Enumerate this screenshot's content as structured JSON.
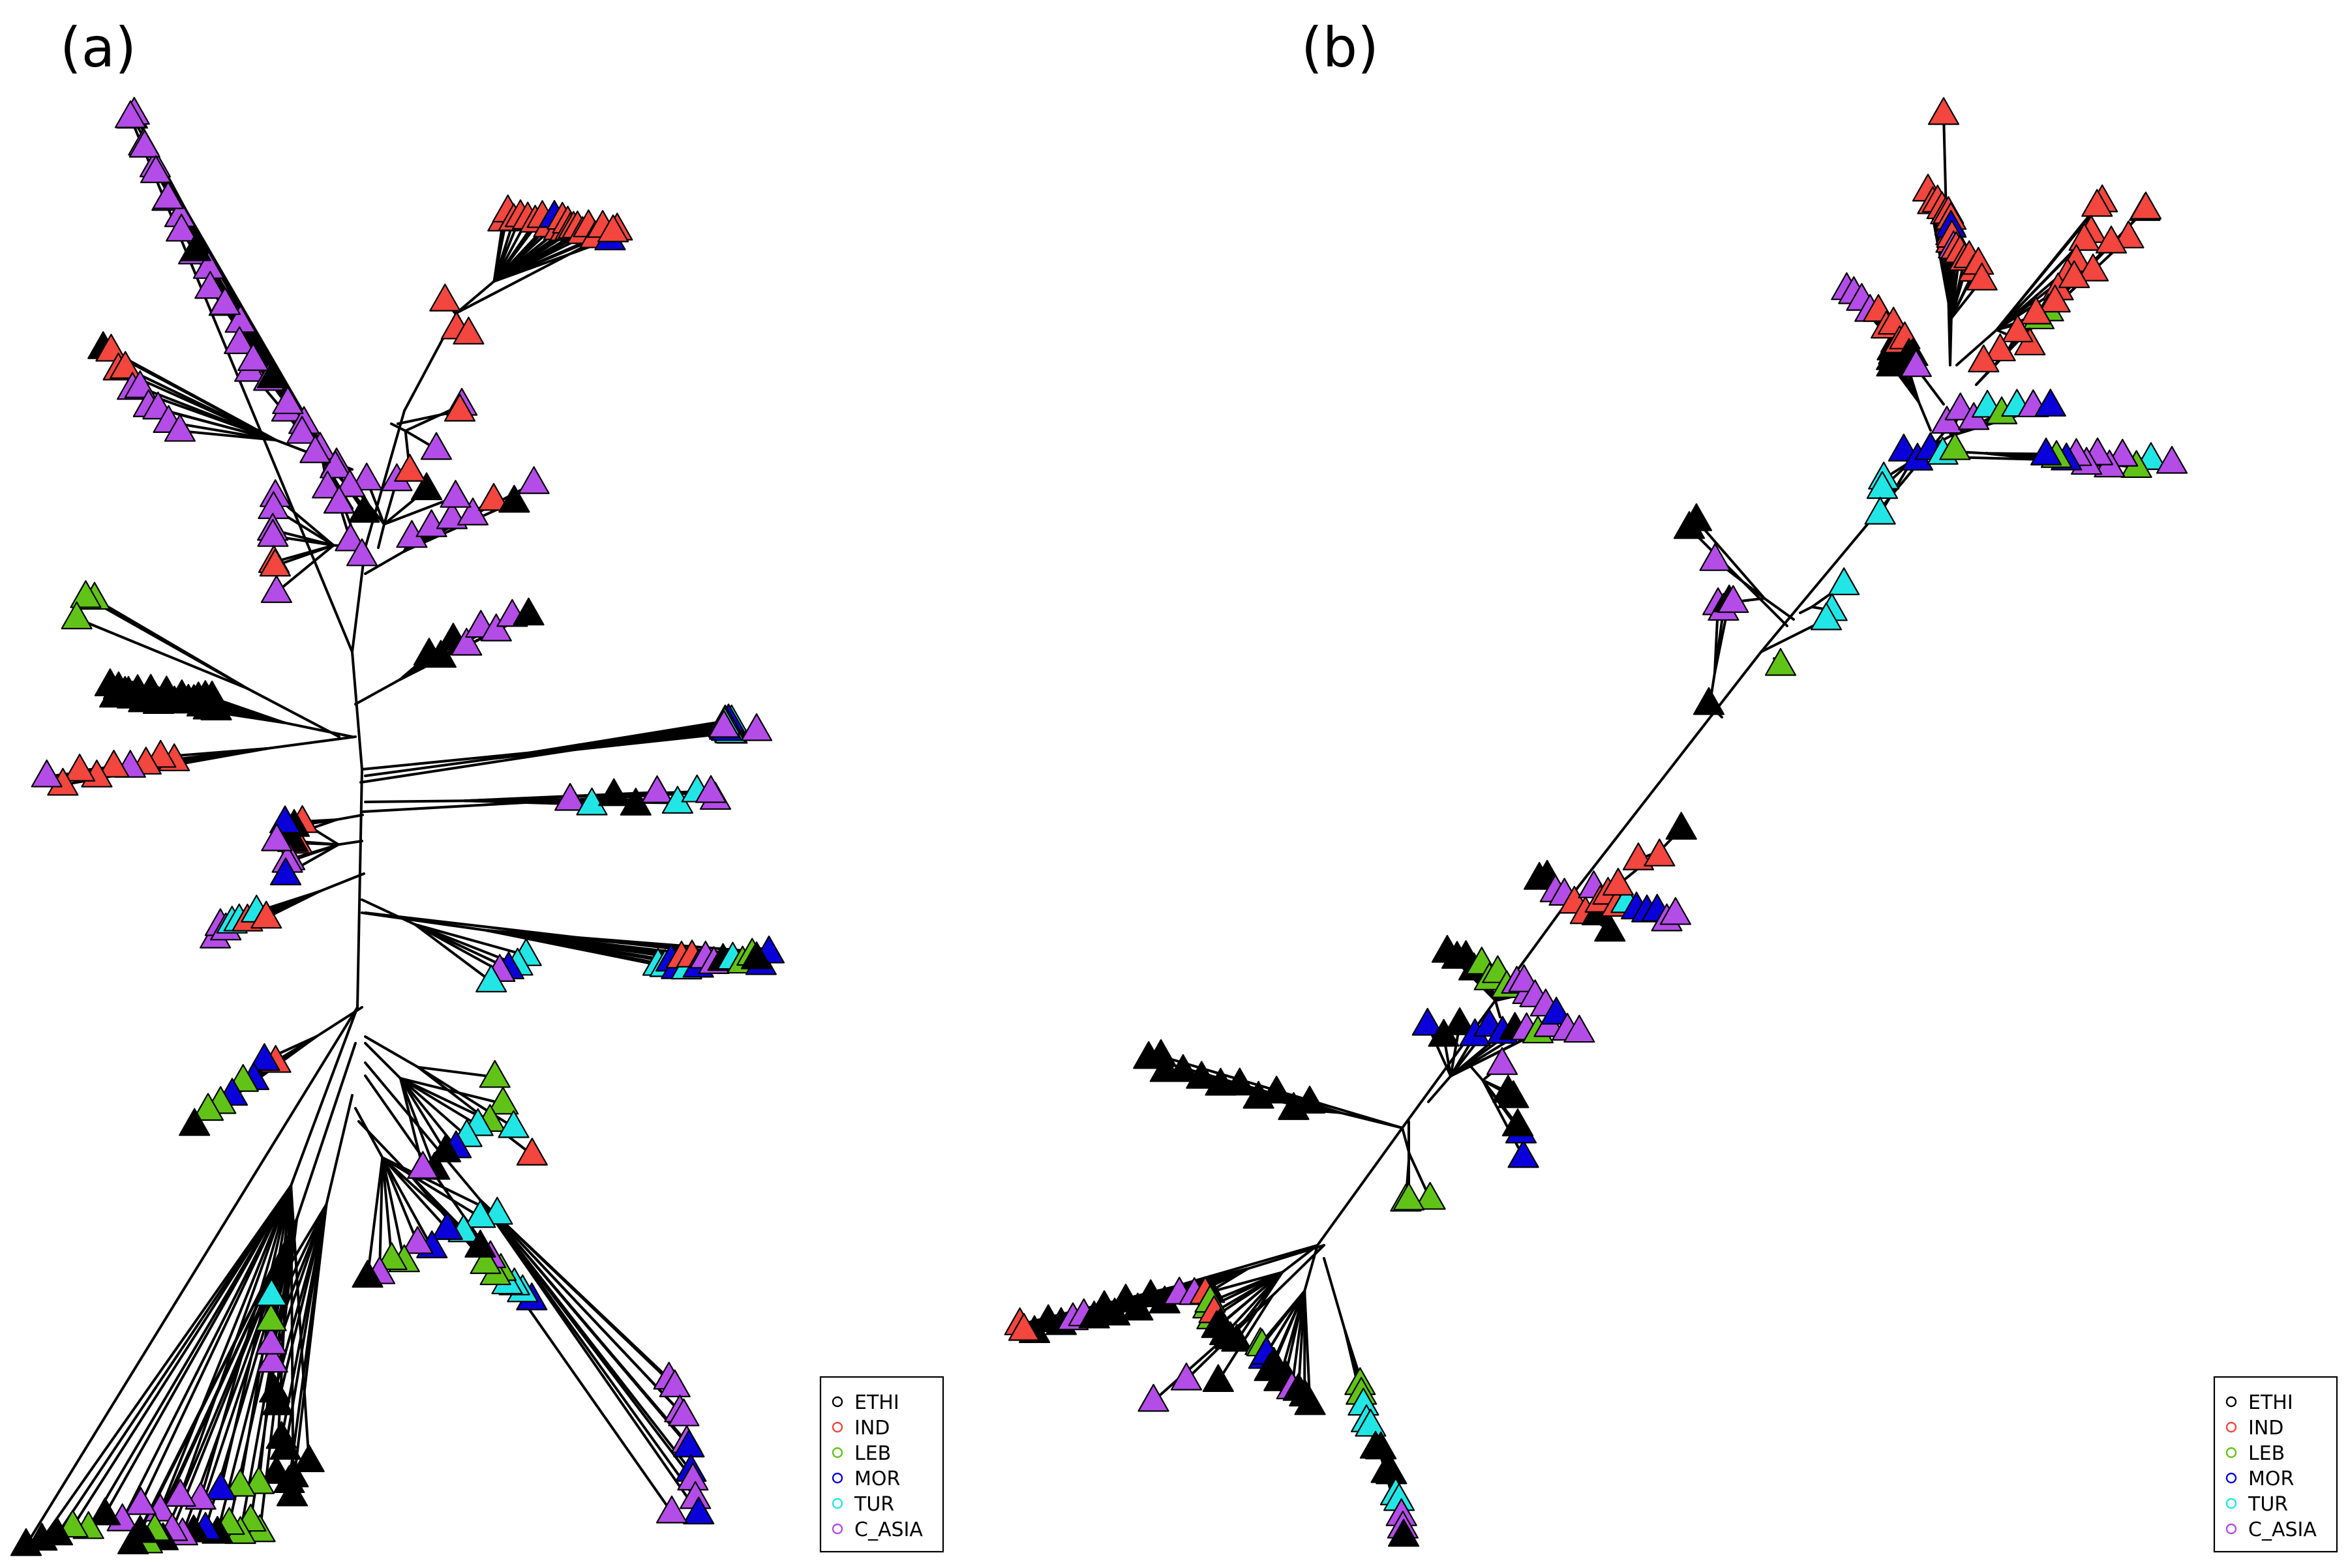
{
  "figure": {
    "panels": [
      {
        "label": "(a)"
      },
      {
        "label": "(b)"
      }
    ],
    "legend": {
      "title": "",
      "entries": [
        {
          "key": "ETHI",
          "label": "ETHI",
          "color": "#000000"
        },
        {
          "key": "IND",
          "label": "IND",
          "color": "#f2463e"
        },
        {
          "key": "LEB",
          "label": "LEB",
          "color": "#61c317"
        },
        {
          "key": "MOR",
          "label": "MOR",
          "color": "#0a00d9"
        },
        {
          "key": "TUR",
          "label": "TUR",
          "color": "#22e6e6"
        },
        {
          "key": "C_ASIA",
          "label": "C_ASIA",
          "color": "#b44ce8"
        }
      ]
    },
    "tip_marker": "triangle",
    "legend_marker": "open-circle",
    "legend_position": "bottom-right of each panel"
  }
}
